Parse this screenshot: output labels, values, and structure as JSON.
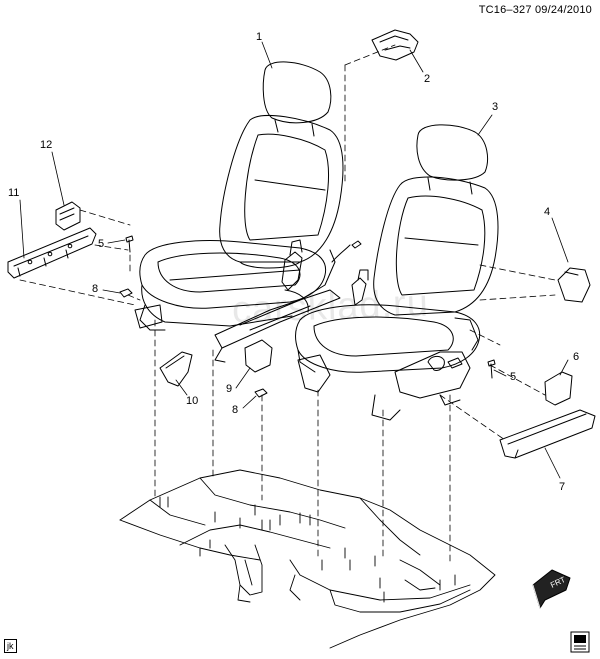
{
  "header": {
    "code": "TC16–327",
    "date": "09/24/2010"
  },
  "stamp": "jk",
  "watermark": "carsklad.ru",
  "front_marker": "FRT",
  "callouts": [
    {
      "id": "c1",
      "label": "1"
    },
    {
      "id": "c2",
      "label": "2"
    },
    {
      "id": "c3",
      "label": "3"
    },
    {
      "id": "c4",
      "label": "4"
    },
    {
      "id": "c5a",
      "label": "5"
    },
    {
      "id": "c5b",
      "label": "5"
    },
    {
      "id": "c6",
      "label": "6"
    },
    {
      "id": "c7",
      "label": "7"
    },
    {
      "id": "c8a",
      "label": "8"
    },
    {
      "id": "c8b",
      "label": "8"
    },
    {
      "id": "c9",
      "label": "9"
    },
    {
      "id": "c10",
      "label": "10"
    },
    {
      "id": "c11",
      "label": "11"
    },
    {
      "id": "c12",
      "label": "12"
    }
  ]
}
